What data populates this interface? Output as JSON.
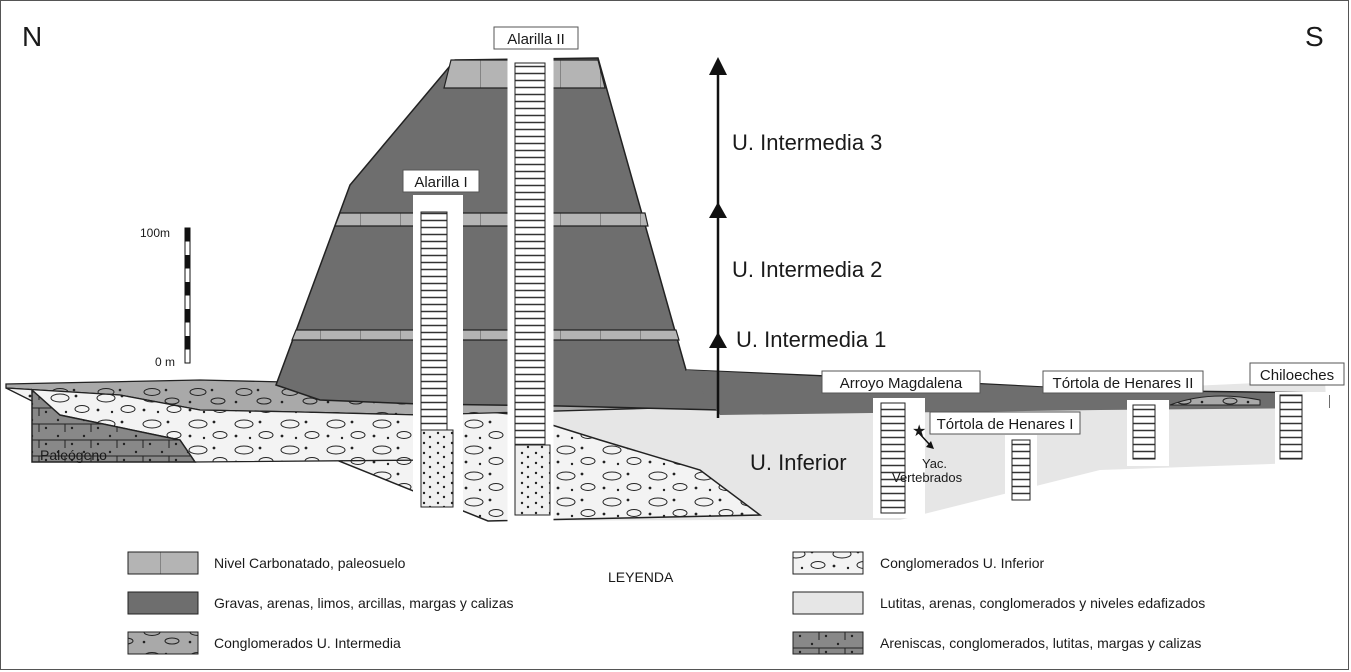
{
  "orientation": {
    "north": "N",
    "south": "S"
  },
  "scale_bar": {
    "top_label": "100m",
    "bottom_label": "0 m"
  },
  "units": {
    "intermedia_3": "U. Intermedia 3",
    "intermedia_2": "U. Intermedia 2",
    "intermedia_1": "U. Intermedia 1",
    "inferior": "U. Inferior"
  },
  "paleogene_label": "Paleógeno",
  "sections": {
    "alarilla_2": "Alarilla II",
    "alarilla_1": "Alarilla I",
    "arroyo_magdalena": "Arroyo Magdalena",
    "tortola_1": "Tórtola de Henares I",
    "tortola_2": "Tórtola de Henares II",
    "chiloeches": "Chiloeches"
  },
  "site_marker": {
    "line1": "Yac.",
    "line2": "Vertebrados"
  },
  "legend": {
    "title": "LEYENDA",
    "items": [
      "Nivel Carbonatado, paleosuelo",
      "Gravas, arenas, limos, arcillas, margas y calizas",
      "Conglomerados U. Intermedia",
      "Conglomerados U. Inferior",
      "Lutitas, arenas, conglomerados y niveles edafizados",
      "Areniscas, conglomerados, lutitas, margas y calizas"
    ]
  },
  "colors": {
    "dark_unit": "#6e6e6e",
    "light_unit": "#e6e6e6",
    "carbonate": "#b4b4b4",
    "conglomerate": "#f2f2f2",
    "outline": "#222222"
  }
}
